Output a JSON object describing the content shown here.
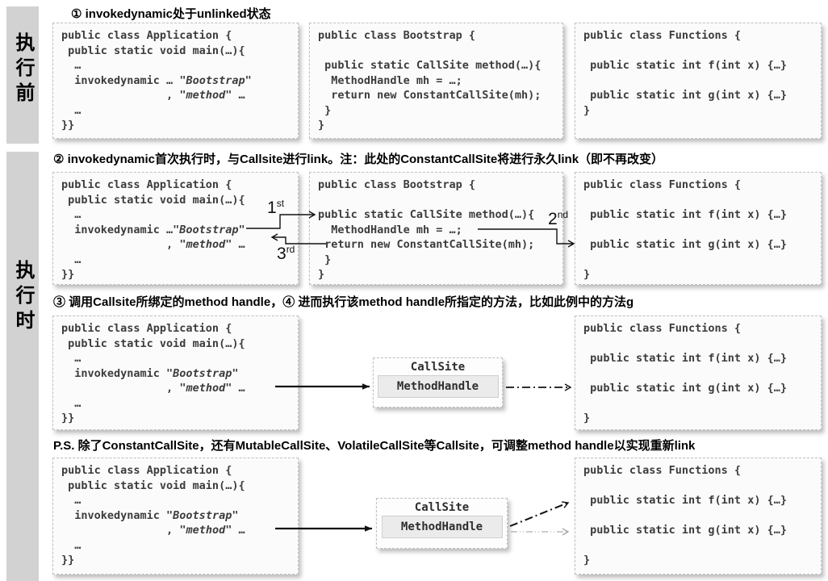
{
  "sidebar": {
    "before_label": "执行前",
    "during_label": "执行时"
  },
  "headers": {
    "s1": "① invokedynamic处于unlinked状态",
    "s2": "② invokedynamic首次执行时，与Callsite进行link。注：此处的ConstantCallSite将进行永久link（即不再改变）",
    "s3": "③ 调用Callsite所绑定的method handle，④ 进而执行该method handle所指定的方法，比如此例中的方法g",
    "s4": "P.S. 除了ConstantCallSite，还有MutableCallSite、VolatileCallSite等Callsite，可调整method handle以实现重新link"
  },
  "code": {
    "app_v1": {
      "pre": "public class Application {\n public static void main(…){\n  …\n  invokedynamic … ",
      "str1": "\"Bootstrap\"",
      "mid": "\n                , ",
      "str2": "\"method\"",
      "post": " …\n  …\n}}"
    },
    "app_v2": {
      "pre": "public class Application {\n public static void main(…){\n  …\n  invokedynamic …",
      "str1": "\"Bootstrap\"",
      "mid": "\n                , ",
      "str2": "\"method\"",
      "post": " …\n  …\n}}"
    },
    "app_v3": {
      "pre": "public class Application {\n public static void main(…){\n  …\n  invokedynamic ",
      "str1": "\"Bootstrap\"",
      "mid": "\n                , ",
      "str2": "\"method\"",
      "post": " …\n  …\n}}"
    },
    "bootstrap_v1": "public class Bootstrap {\n\n public static CallSite method(…){\n  MethodHandle mh = …;\n  return new ConstantCallSite(mh);\n }\n}",
    "bootstrap_v2": "public class Bootstrap {\n\npublic static CallSite method(…){\n  MethodHandle mh = …;\n return new ConstantCallSite(mh);\n }\n}",
    "functions_v1": "public class Functions {\n\n public static int f(int x) {…}\n\n public static int g(int x) {…}\n}",
    "functions_v2": "public class Functions {\n\n public static int f(int x) {…}\n\n public static int g(int x) {…}\n\n}"
  },
  "callsite": {
    "title": "CallSite",
    "inner": "MethodHandle"
  },
  "seq": {
    "first": {
      "num": "1",
      "sup": "st"
    },
    "second": {
      "num": "2",
      "sup": "nd"
    },
    "third": {
      "num": "3",
      "sup": "rd"
    }
  },
  "colors": {
    "band_gray": "#d2d2d2",
    "codebox_bg": "#fbfbfb",
    "codebox_border": "#c0c0c0",
    "code_text": "#3c3c3c",
    "inner_box_bg": "#ebebeb",
    "arrow_black": "#111111",
    "arrow_gray": "#999999"
  }
}
